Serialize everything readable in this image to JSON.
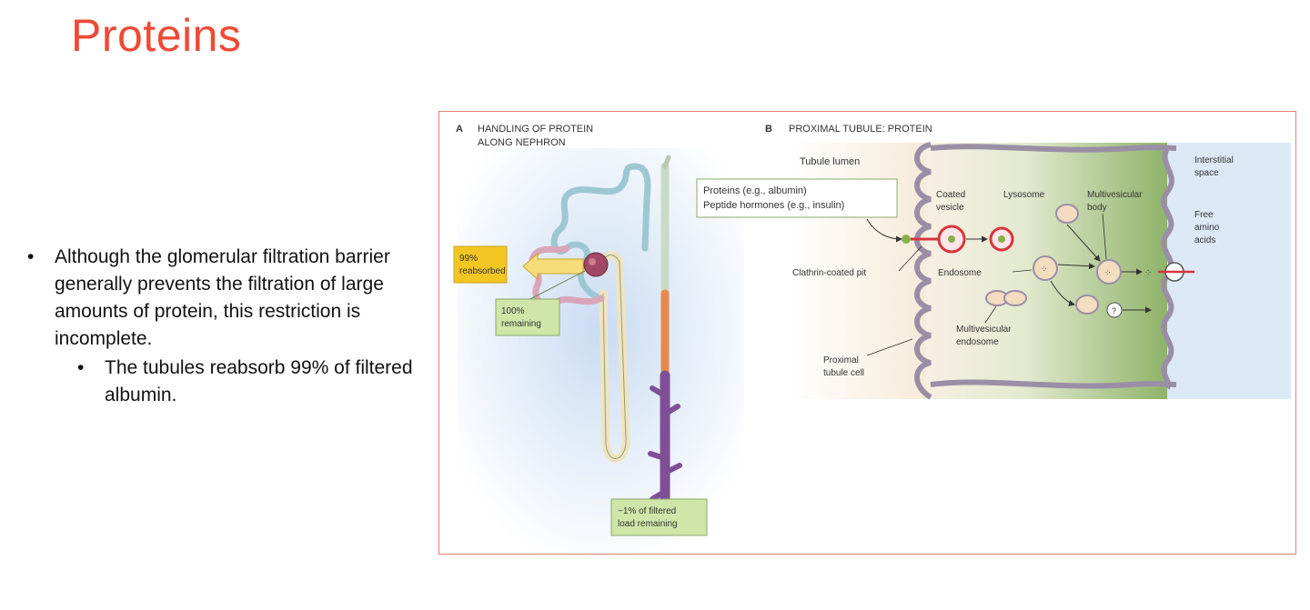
{
  "slide": {
    "title": "Proteins",
    "bullets": [
      {
        "text": "Although the glomerular filtration barrier generally prevents the filtration of large amounts of protein, this restriction is incomplete.",
        "sub": [
          "The tubules reabsorb 99% of filtered albumin."
        ]
      }
    ]
  },
  "figure": {
    "panel_a": {
      "letter": "A",
      "title_lines": [
        "HANDLING OF PROTEIN",
        "ALONG NEPHRON"
      ],
      "reabsorbed_box": [
        "99%",
        "reabsorbed"
      ],
      "remaining_box": [
        "100%",
        "remaining"
      ],
      "final_box": [
        "~1% of filtered",
        "load remaining"
      ]
    },
    "panel_b": {
      "letter": "B",
      "title": "PROXIMAL TUBULE: PROTEIN",
      "tubule_lumen": "Tubule lumen",
      "interstitial_space": [
        "Interstitial",
        "space"
      ],
      "proteins_box": [
        "Proteins (e.g., albumin)",
        "Peptide hormones (e.g., insulin)"
      ],
      "coated_vesicle": [
        "Coated",
        "vesicle"
      ],
      "lysosome": "Lysosome",
      "multivesicular_body": [
        "Multivesicular",
        "body"
      ],
      "free_amino_acids": [
        "Free",
        "amino",
        "acids"
      ],
      "clathrin_coated_pit": "Clathrin-coated pit",
      "endosome": "Endosome",
      "multivesicular_endosome": [
        "Multivesicular",
        "endosome"
      ],
      "proximal_tubule_cell": [
        "Proximal",
        "tubule cell"
      ],
      "question_mark": "?"
    },
    "colors": {
      "title_red": "#ee4a35",
      "frame": "#e8826f",
      "callout_yellow": "#f3c623",
      "callout_green": "#cfe6a8",
      "membrane": "#9a8ea6",
      "vesicle_red": "#d9343c",
      "collecting_duct_purple": "#7e4f96"
    }
  }
}
